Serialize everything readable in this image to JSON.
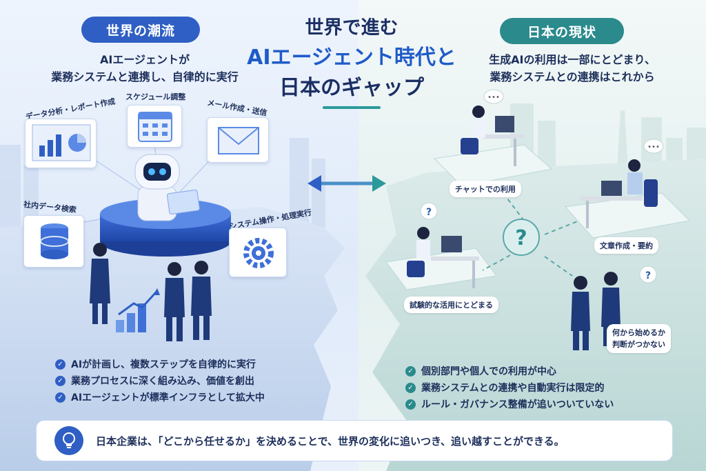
{
  "title": {
    "line1": "世界で進む",
    "line2": "AIエージェント時代と",
    "line3": "日本のギャップ"
  },
  "left": {
    "pill": "世界の潮流",
    "subtitle_line1": "AIエージェントが",
    "subtitle_line2": "業務システムと連携し、自律的に実行",
    "cards": {
      "data_analysis": "データ分析・レポート作成",
      "schedule": "スケジュール調整",
      "email": "メール作成・送信",
      "db_search": "社内データ検索",
      "system_ops": "システム操作・処理実行"
    },
    "points": [
      "AIが計画し、複数ステップを自律的に実行",
      "業務プロセスに深く組み込み、価値を創出",
      "AIエージェントが標準インフラとして拡大中"
    ]
  },
  "right": {
    "pill": "日本の現状",
    "subtitle_line1": "生成AIの利用は一部にとどまり、",
    "subtitle_line2": "業務システムとの連携はこれから",
    "labels": {
      "chat": "チャットでの利用",
      "docs": "文章作成・要約",
      "trial": "試験的な活用にとどまる",
      "unsure_line1": "何から始めるか",
      "unsure_line2": "判断がつかない"
    },
    "points": [
      "個別部門や個人での利用が中心",
      "業務システムとの連携や自動実行は限定的",
      "ルール・ガバナンス整備が追いついていない"
    ]
  },
  "bottom": {
    "message": "日本企業は、「どこから任せるか」を決めることで、世界の変化に追いつき、追い越すことができる。"
  },
  "colors": {
    "left_accent": "#2f5fc4",
    "right_accent": "#2a8a8c",
    "title_blue": "#1f5cc8",
    "navy": "#1c2e5a"
  },
  "icons": [
    "robot-icon",
    "bar-chart-icon",
    "calendar-icon",
    "envelope-icon",
    "database-icon",
    "gear-icon",
    "double-arrow-icon",
    "question-mark-icon",
    "speech-bubble-icon",
    "lightbulb-icon",
    "check-icon"
  ]
}
